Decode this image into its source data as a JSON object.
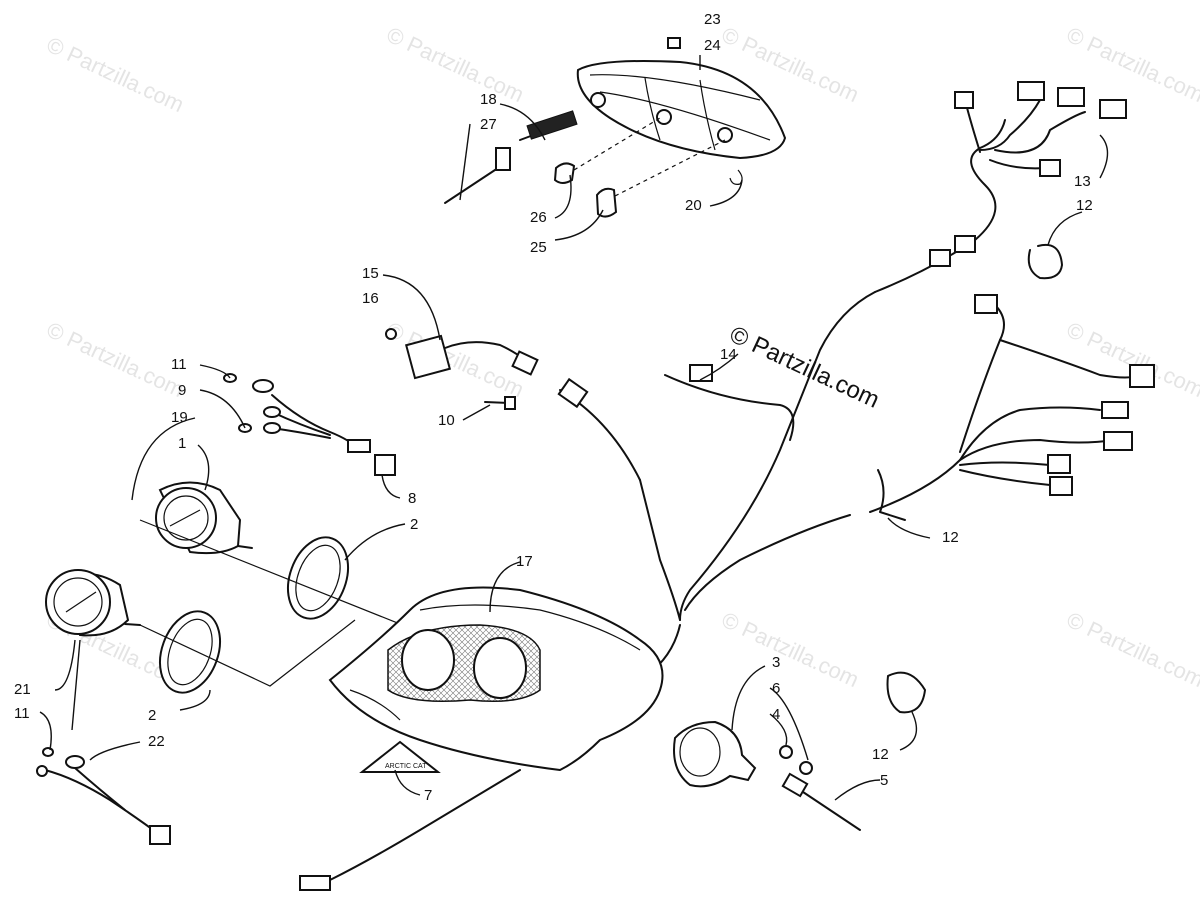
{
  "watermark": {
    "text": "© Partzilla.com"
  },
  "callouts": [
    "1",
    "2",
    "2",
    "3",
    "4",
    "5",
    "6",
    "7",
    "8",
    "9",
    "10",
    "11",
    "11",
    "12",
    "12",
    "12",
    "13",
    "14",
    "15",
    "16",
    "17",
    "18",
    "19",
    "20",
    "21",
    "22",
    "23",
    "24",
    "25",
    "26",
    "27"
  ],
  "badge_text": "ARCTIC CAT"
}
